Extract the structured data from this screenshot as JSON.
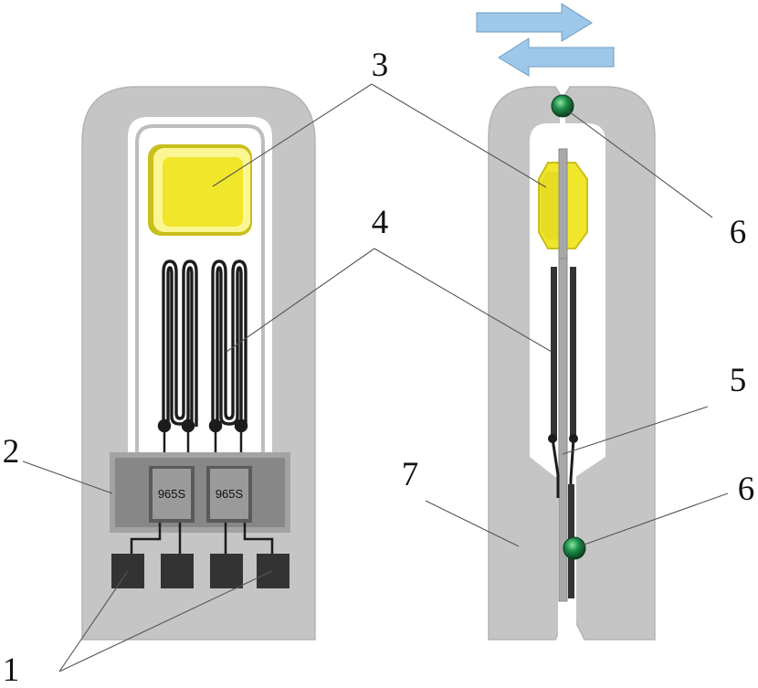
{
  "labels": {
    "fixed_contacts": "1",
    "chip_carrier": "2",
    "proof_mass": "3",
    "springs": "4",
    "cantilever_beam": "5",
    "hinge_ball": "6",
    "housing": "7"
  },
  "chips": [
    "965S",
    "965S"
  ],
  "colors": {
    "housing": "#c5c5c5",
    "housing_edge": "#b3b3b3",
    "mass_yellow": "#f0e62a",
    "mass_highlight": "#fbf694",
    "mass_shadow": "#c9bf1c",
    "chip_carrier": "#878787",
    "chip_body": "#707070",
    "contact_pad": "#333333",
    "wire": "#1c1c1c",
    "ball_green": "#1f8f4a",
    "arrow_blue": "#9ec8ea",
    "arrow_edge": "#6c9cc4"
  },
  "icons": {
    "motion_arrow_right": "arrow-right-icon",
    "motion_arrow_left": "arrow-left-icon"
  }
}
